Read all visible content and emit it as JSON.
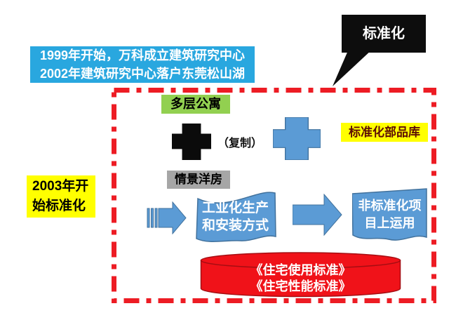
{
  "annotations": {
    "research_note_line1": "1999年开始，万科成立建筑研究中心",
    "research_note_line2": "2002年建筑研究中心落户东莞松山湖",
    "callout_label": "标准化",
    "phase_label_line1": "2003年开",
    "phase_label_line2": "始标准化"
  },
  "diagram": {
    "apartment_tag": "多层公寓",
    "copy_note": "（复制）",
    "parts_library_tag": "标准化部品库",
    "townhouse_tag": "情景洋房",
    "process_flag_line1": "工业化生产",
    "process_flag_line2": "和安装方式",
    "application_flag_line1": "非标准化项",
    "application_flag_line2": "目上运用",
    "standards_line1": "《住宅使用标准》",
    "standards_line2": "《住宅性能标准》"
  },
  "colors": {
    "note_blue": "#29A7DF",
    "shape_blue": "#5B9BD5",
    "shape_blue_border": "#41719C",
    "tag_green": "#92D050",
    "tag_yellow": "#FFFF00",
    "tag_gray": "#A6A6A6",
    "frame_red": "#ED1C24",
    "cylinder_red": "#F01219",
    "cylinder_red_border": "#A50D12",
    "bubble_black": "#0D0D0D",
    "parts_tag_text": "#5C0E05"
  }
}
